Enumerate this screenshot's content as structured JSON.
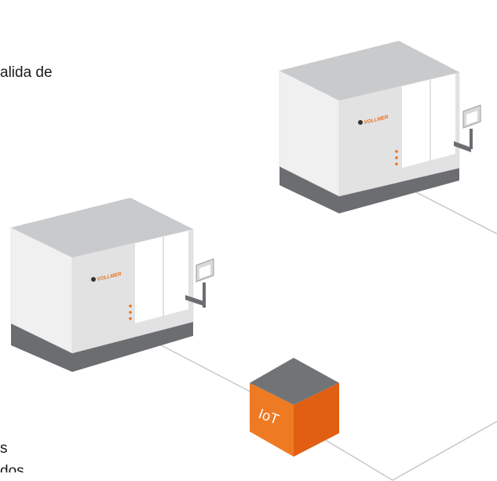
{
  "text_fragments": {
    "top_right_cut": "alida de",
    "bottom_line_1": "s",
    "bottom_line_2": "dos"
  },
  "machines": [
    {
      "id": "machine-upper",
      "brand": "VOLLMER"
    },
    {
      "id": "machine-lower",
      "brand": "VOLLMER"
    }
  ],
  "hub": {
    "label": "IoT"
  },
  "colors": {
    "housing_top": "#c9cacc",
    "housing_front": "#f0f0f0",
    "housing_side": "#e2e2e3",
    "base": "#6b6d70",
    "accent": "#e8731d",
    "hub_top": "#717476",
    "hub_front": "#ef7a24",
    "hub_side": "#e05f12",
    "connection_line": "#c8c8c8"
  }
}
